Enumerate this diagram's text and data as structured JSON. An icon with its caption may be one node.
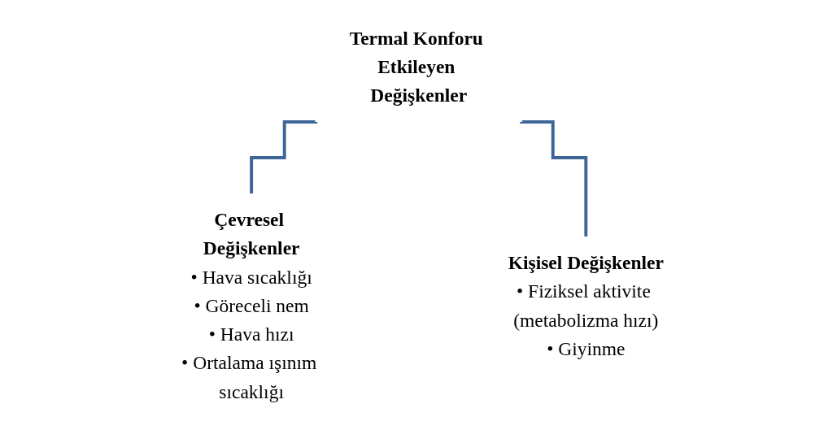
{
  "diagram": {
    "nodes": [
      {
        "text": [
          "Termal Konforu Etkileyen Değişkenler"
        ]
      },
      {
        "text": [
          "Çevresel Değişkenler",
          "• Hava sıcaklığı",
          "• Göreceli nem",
          "• Hava hızı",
          "• Ortalama ışınım sıcaklığı"
        ]
      },
      {
        "text": [
          "Kişisel Değişkenler",
          "• Fiziksel aktivite (metabolizma hızı)",
          "• Giyinme"
        ]
      }
    ],
    "edges": [
      {
        "from": 0,
        "to": 1,
        "arrow": "none"
      },
      {
        "from": 0,
        "to": 2,
        "arrow": "none"
      }
    ]
  }
}
